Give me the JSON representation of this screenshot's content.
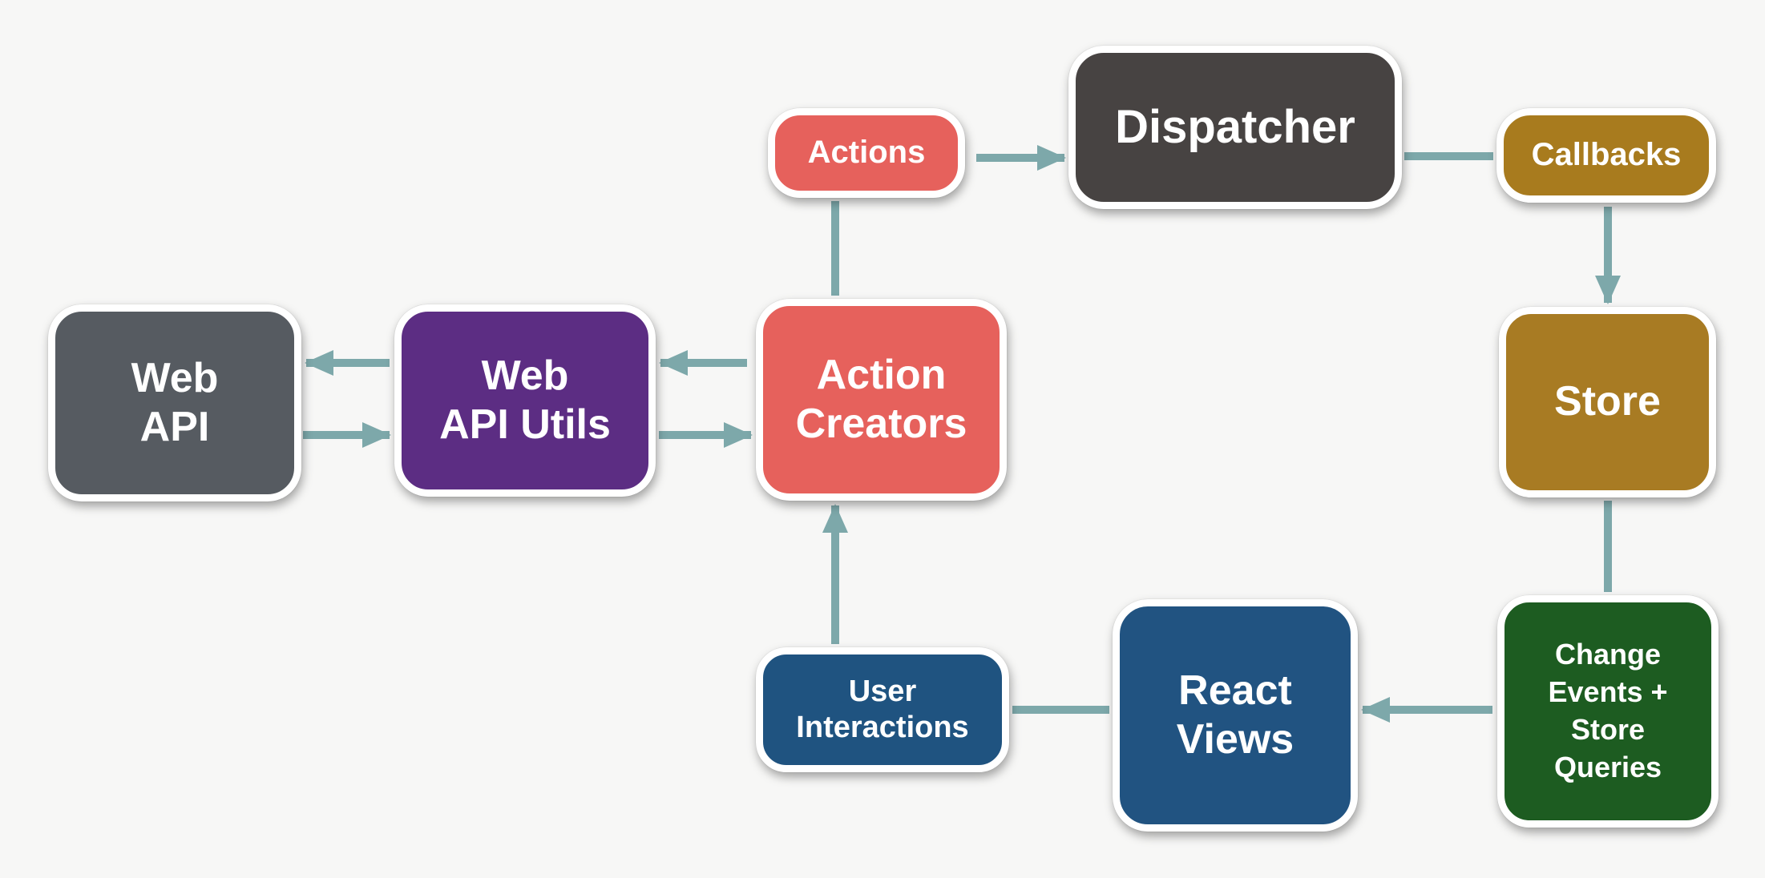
{
  "diagram": {
    "type": "flowchart",
    "nodes": {
      "actions": {
        "label": "Actions",
        "color": "#e6615c",
        "shape": "pill"
      },
      "dispatcher": {
        "label": "Dispatcher",
        "color": "#474342",
        "shape": "rect"
      },
      "callbacks": {
        "label": "Callbacks",
        "color": "#a87b1e",
        "shape": "pill"
      },
      "store": {
        "label": "Store",
        "color": "#a87b23",
        "shape": "rect"
      },
      "web_api": {
        "label": "Web\nAPI",
        "color": "#565b61",
        "shape": "rect"
      },
      "web_api_utils": {
        "label": "Web\nAPI Utils",
        "color": "#5c2d83",
        "shape": "rect"
      },
      "action_creators": {
        "label": "Action\nCreators",
        "color": "#e6615c",
        "shape": "rect"
      },
      "user_interactions": {
        "label": "User\nInteractions",
        "color": "#1f5380",
        "shape": "pill"
      },
      "react_views": {
        "label": "React\nViews",
        "color": "#215381",
        "shape": "rect"
      },
      "change_events": {
        "label": "Change\nEvents +\nStore\nQueries",
        "color": "#1d5c21",
        "shape": "rect"
      }
    },
    "edges": [
      {
        "from": "actions",
        "to": "dispatcher",
        "arrowhead": true
      },
      {
        "from": "dispatcher",
        "to": "callbacks",
        "arrowhead": false
      },
      {
        "from": "callbacks",
        "to": "store",
        "arrowhead": true
      },
      {
        "from": "store",
        "to": "change_events",
        "arrowhead": false
      },
      {
        "from": "change_events",
        "to": "react_views",
        "arrowhead": true
      },
      {
        "from": "react_views",
        "to": "user_interactions",
        "arrowhead": false
      },
      {
        "from": "user_interactions",
        "to": "action_creators",
        "arrowhead": true
      },
      {
        "from": "action_creators",
        "to": "actions",
        "arrowhead": false
      },
      {
        "from": "action_creators",
        "to": "web_api_utils",
        "arrowhead": true
      },
      {
        "from": "web_api_utils",
        "to": "action_creators",
        "arrowhead": true
      },
      {
        "from": "web_api_utils",
        "to": "web_api",
        "arrowhead": true
      },
      {
        "from": "web_api",
        "to": "web_api_utils",
        "arrowhead": true
      }
    ],
    "colors": {
      "background": "#f7f7f6",
      "arrow": "#7da8aa",
      "node_border": "#ffffff",
      "node_text": "#ffffff"
    }
  }
}
